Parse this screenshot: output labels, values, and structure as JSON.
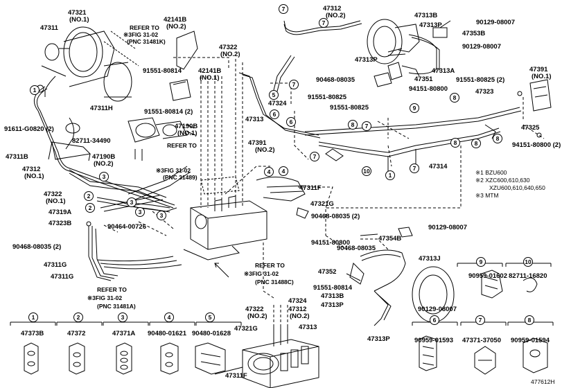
{
  "diagram_id": "477612H",
  "callouts": [
    "1",
    "2",
    "3",
    "4",
    "5",
    "6",
    "7",
    "8",
    "9",
    "10"
  ],
  "notes": {
    "n1": "※1 BZU600",
    "n2a": "※2 XZC600,610,630",
    "n2b": "XZU600,610,640,650",
    "n3": "※3 MTM"
  },
  "refs": {
    "r1a": "REFER TO",
    "r1b": "※3FIG 31-02",
    "r1c": "(PNC 31481K)",
    "r2a": "REFER TO",
    "r2b": "※3FIG 31-02",
    "r2c": "(PNC 31489)",
    "r3a": "REFER TO",
    "r3b": "※3FIG 31-02",
    "r3c": "(PNC 31488C)",
    "r4a": "REFER TO",
    "r4b": "※3FIG 31-02",
    "r4c": "(PNC 31481A)"
  },
  "labels": {
    "p47321": "47321",
    "p47321n": "(NO.1)",
    "p47311": "47311",
    "p42141b": "42141B",
    "p42141bn": "(NO.2)",
    "p47322a": "47322",
    "p47322an": "(NO.2)",
    "p42141b2": "42141B",
    "p42141b2n": "(NO.1)",
    "p91551a": "91551-80814",
    "p47312a": "47312",
    "p47312an": "(NO.2)",
    "p47313b1": "47313B",
    "p47313p1": "47313P",
    "p47353b": "47353B",
    "p90129a": "90129-08007",
    "p90129b": "90129-08007",
    "p47313p2": "47313P",
    "p47313a": "47313A",
    "p90468a": "90468-08035",
    "p47351": "47351",
    "p91551b": "91551-80825",
    "p94151a": "94151-80800",
    "p91551c": "91551-80825",
    "p91551d": "91551-80825 (2)",
    "p47391a": "47391",
    "p47391an": "(NO.1)",
    "p47323": "47323",
    "p47325": "47325",
    "p94151b": "94151-80800 (2)",
    "p47324a": "47324",
    "p47313c": "47313",
    "p47391b": "47391",
    "p47391bn": "(NO.2)",
    "p47314": "47314",
    "p47311h": "47311H",
    "p91551e": "91551-80814 (2)",
    "p91611": "91611-G0820 (2)",
    "p82711": "82711-34490",
    "p47190b1": "47190B",
    "p47190b1n": "(NO.1)",
    "p47190b2": "47190B",
    "p47190b2n": "(NO.2)",
    "p47311b": "47311B",
    "p47312b": "47312",
    "p47312bn": "(NO.1)",
    "p47322b": "47322",
    "p47322bn": "(NO.1)",
    "p47319a": "47319A",
    "p47323b": "47323B",
    "p90464": "90464-00726",
    "p90468b": "90468-08035 (2)",
    "p47311f1": "47311F",
    "p47321g1": "47321G",
    "p90468c": "90468-08035 (2)",
    "p47311g1": "47311G",
    "p47311g2": "47311G",
    "p47354b": "47354B",
    "p90129c": "90129-08007",
    "p94151c": "94151-80800",
    "p90468d": "90468-08035",
    "p47313j": "47313J",
    "p47352": "47352",
    "p91551f": "91551-80814",
    "p47313b2": "47313B",
    "p47313p3": "47313P",
    "p90129d": "90129-08007",
    "p47313p4": "47313P",
    "p47322c": "47322",
    "p47322cn": "(NO.2)",
    "p47324b": "47324",
    "p47312c": "47312",
    "p47312cn": "(NO.2)",
    "p47313d": "47313",
    "p47321g2": "47321G",
    "p47311f2": "47311F",
    "p90959a": "90959-01602",
    "p82711b": "82711-16820",
    "p90959b": "90959-01593",
    "p47371b": "47371-37050",
    "p90959c": "90959-01594",
    "p47373b": "47373B",
    "p47372": "47372",
    "p47371a": "47371A",
    "p90480a": "90480-01621",
    "p90480b": "90480-01628"
  }
}
